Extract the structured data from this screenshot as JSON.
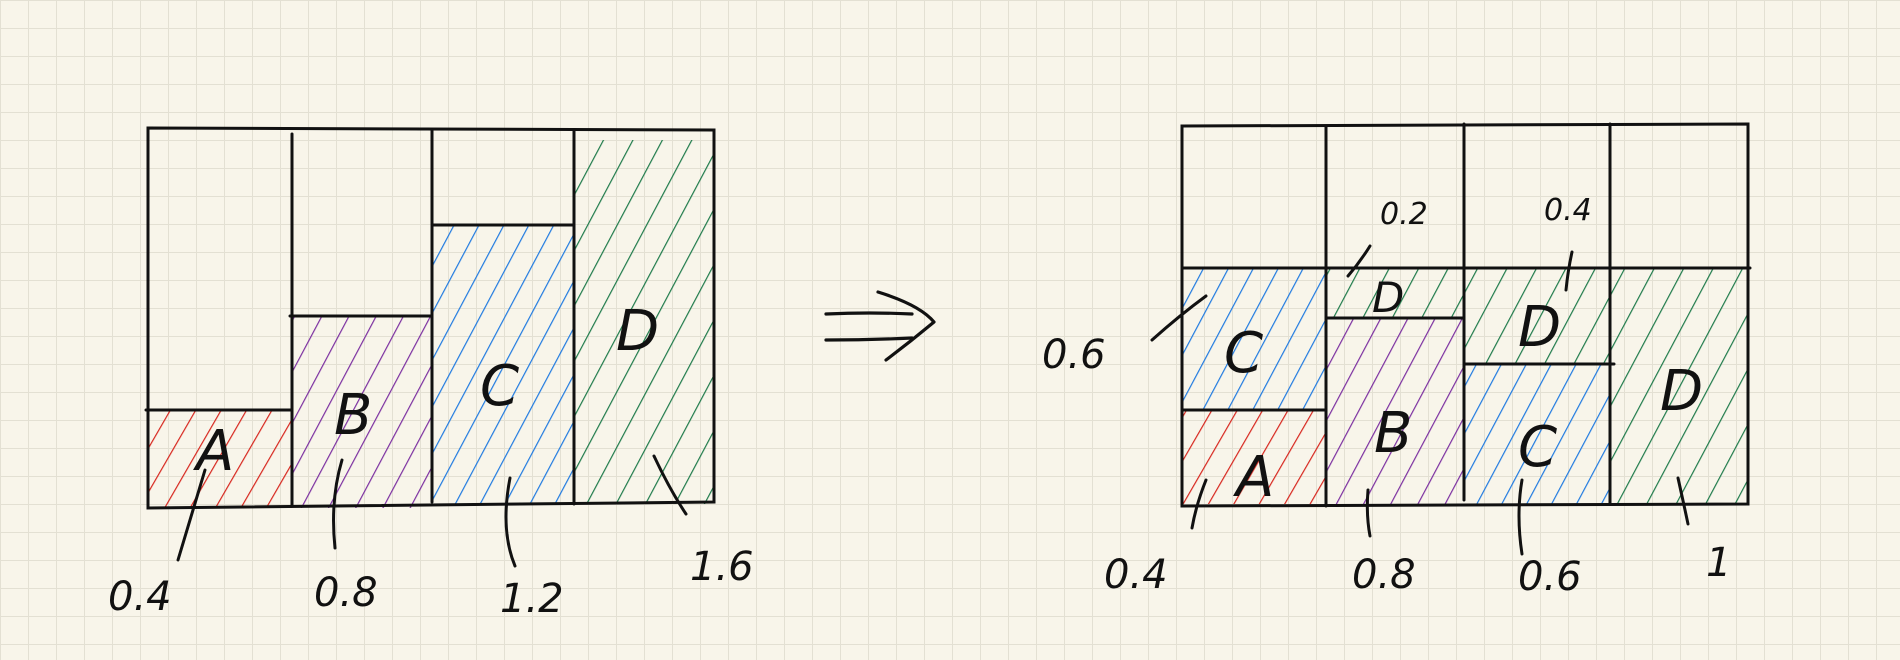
{
  "colors": {
    "ink": "#111111",
    "A": "#d7261e",
    "B": "#7b2fa0",
    "C": "#1f7ae0",
    "D": "#1e7a4a",
    "paper": "#f8f5ea",
    "grid": "#e3e0d3"
  },
  "arrow_icon": "double-arrow-right-icon",
  "left_diagram": {
    "labels": {
      "A": "A",
      "B": "B",
      "C": "C",
      "D": "D"
    },
    "values": {
      "A": "0.4",
      "B": "0.8",
      "C": "1.2",
      "D": "1.6"
    },
    "levels": {
      "A": 0.4,
      "B": 0.8,
      "C": 1.2,
      "D": 1.6
    }
  },
  "right_diagram": {
    "labels": {
      "A": "A",
      "B": "B",
      "C_left": "C",
      "C_right": "C",
      "D_b": "D",
      "D_c": "D",
      "D_d": "D"
    },
    "top_values": {
      "B": "0.2",
      "C": "0.4"
    },
    "left_value": "0.6",
    "bottom_values": {
      "A": "0.4",
      "B": "0.8",
      "C": "0.6",
      "D": "1"
    }
  }
}
